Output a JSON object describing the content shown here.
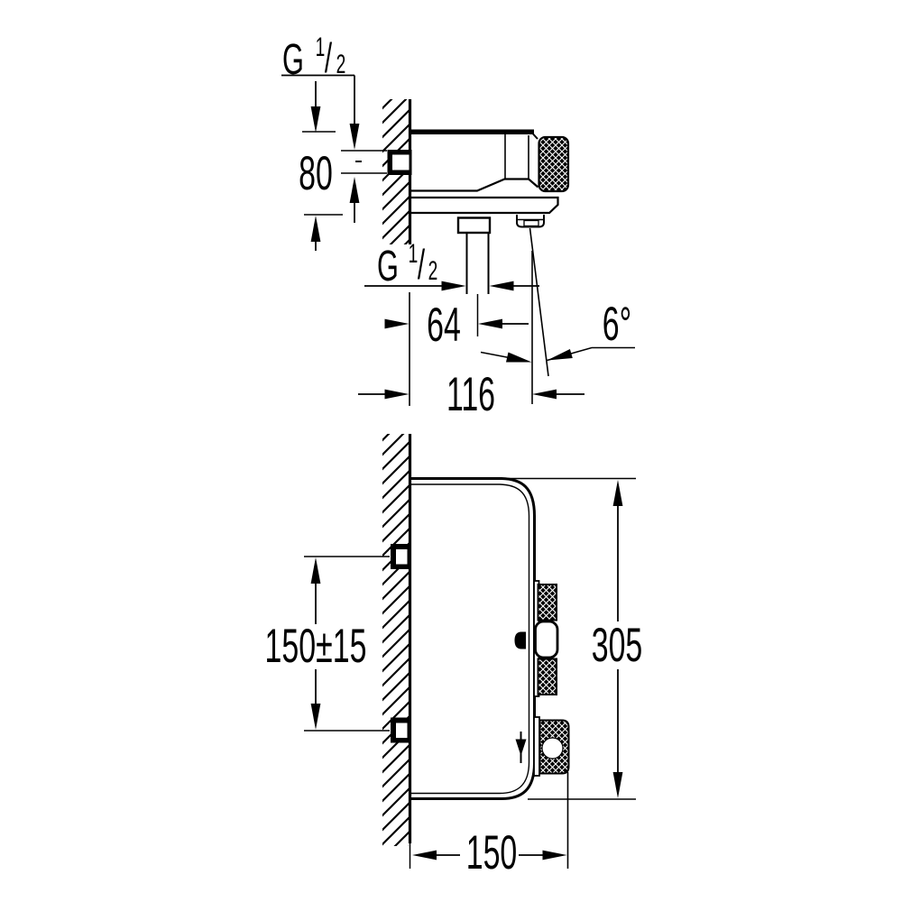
{
  "colors": {
    "ink": "#000000",
    "paper": "#ffffff"
  },
  "side_view": {
    "top_thread": {
      "prefix": "G",
      "numerator": "1",
      "denominator": "2"
    },
    "hose_thread": {
      "prefix": "G",
      "numerator": "1",
      "denominator": "2"
    },
    "dim_body_height": "80",
    "dim_wall_to_hose_center": "64",
    "dim_wall_to_spout": "116",
    "dim_spout_angle": "6°"
  },
  "front_view": {
    "dim_connection_spacing": "150±15",
    "dim_total_height": "305",
    "dim_total_depth": "150"
  }
}
